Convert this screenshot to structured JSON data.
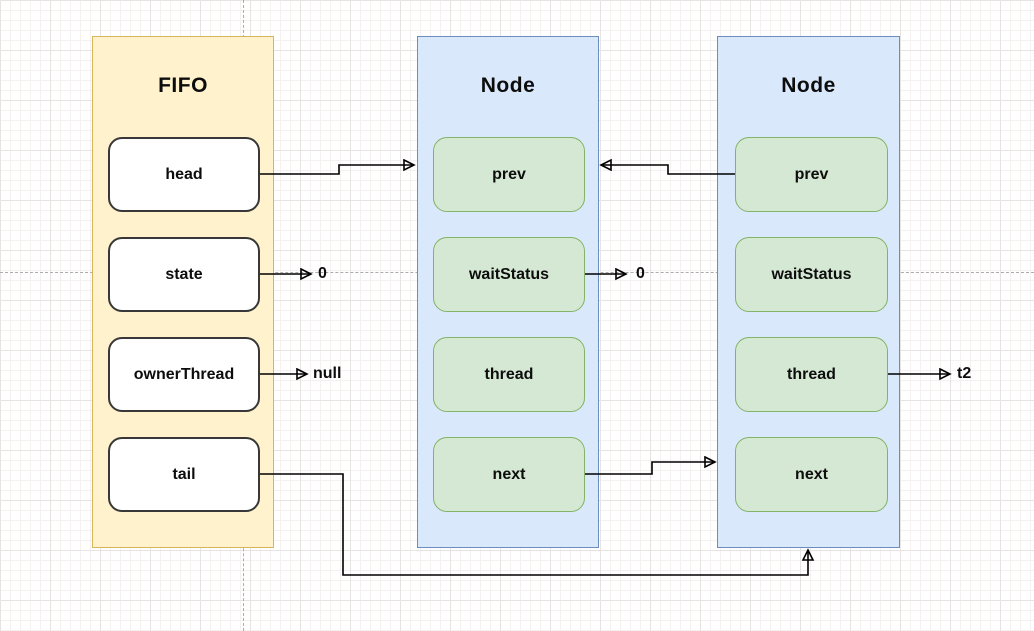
{
  "diagram": {
    "fifo": {
      "title": "FIFO",
      "fields": [
        {
          "label": "head"
        },
        {
          "label": "state"
        },
        {
          "label": "ownerThread"
        },
        {
          "label": "tail"
        }
      ]
    },
    "node1": {
      "title": "Node",
      "fields": [
        {
          "label": "prev"
        },
        {
          "label": "waitStatus"
        },
        {
          "label": "thread"
        },
        {
          "label": "next"
        }
      ]
    },
    "node2": {
      "title": "Node",
      "fields": [
        {
          "label": "prev"
        },
        {
          "label": "waitStatus"
        },
        {
          "label": "thread"
        },
        {
          "label": "next"
        }
      ]
    },
    "values": {
      "state": "0",
      "owner_thread": "null",
      "node1_wait_status": "0",
      "node2_thread": "t2"
    },
    "connections": [
      {
        "from": "fifo.head",
        "to": "node1"
      },
      {
        "from": "node2.prev",
        "to": "node1.prev"
      },
      {
        "from": "fifo.state",
        "to": "0"
      },
      {
        "from": "fifo.ownerThread",
        "to": "null"
      },
      {
        "from": "node1.waitStatus",
        "to": "0"
      },
      {
        "from": "node1.next",
        "to": "node2.next"
      },
      {
        "from": "node2.thread",
        "to": "t2"
      },
      {
        "from": "fifo.tail",
        "to": "node2"
      }
    ],
    "colors": {
      "fifo_fill": "#FFF2CC",
      "fifo_border": "#D6B656",
      "node_fill": "#DAE8FC",
      "node_border": "#6C8EBF",
      "field_fill": "#D5E8D4",
      "field_border": "#82B366",
      "white_field_fill": "#FFFFFF",
      "arrow": "#000000",
      "page_divider": "#ADABAB"
    }
  }
}
